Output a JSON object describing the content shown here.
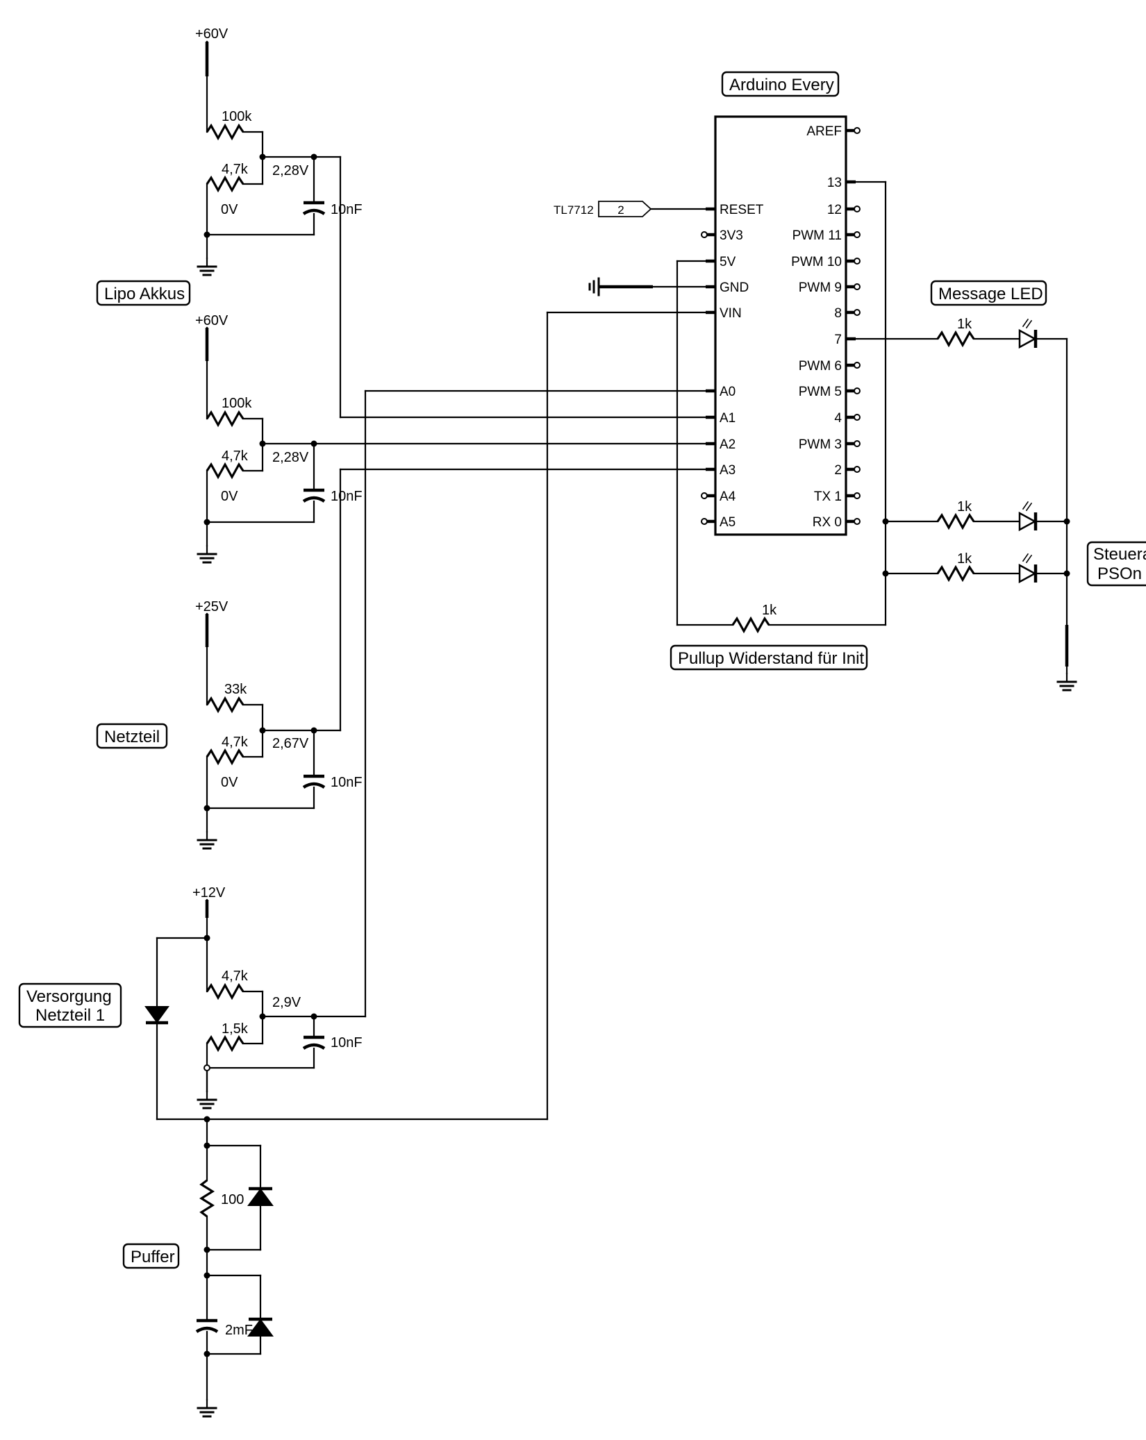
{
  "labels": {
    "lipo": "Lipo Akkus",
    "netzteil": "Netzteil",
    "versorgung_1": "Versorgung",
    "versorgung_2": "Netzteil 1",
    "puffer": "Puffer",
    "arduino": "Arduino Every",
    "message_led": "Message LED",
    "pullup": "Pullup Widerstand für Init",
    "steuer_1": "Steuera",
    "steuer_2": "PSOn"
  },
  "supplies": [
    "+60V",
    "+60V",
    "+25V",
    "+12V"
  ],
  "dividers": [
    {
      "r_top": "100k",
      "r_bottom": "4,7k",
      "voltage": "2,28V",
      "zero": "0V",
      "cap": "10nF"
    },
    {
      "r_top": "100k",
      "r_bottom": "4,7k",
      "voltage": "2,28V",
      "zero": "0V",
      "cap": "10nF"
    },
    {
      "r_top": "33k",
      "r_bottom": "4,7k",
      "voltage": "2,67V",
      "zero": "0V",
      "cap": "10nF"
    },
    {
      "r_top": "4,7k",
      "r_bottom": "1,5k",
      "voltage": "2,9V",
      "cap": "10nF"
    }
  ],
  "puffer_parts": {
    "resistor": "100",
    "cap": "2mF"
  },
  "reset_connector": {
    "net": "TL7712",
    "value": "2"
  },
  "arduino_left_pins": [
    "RESET",
    "3V3",
    "5V",
    "GND",
    "VIN",
    "A0",
    "A1",
    "A2",
    "A3",
    "A4",
    "A5"
  ],
  "arduino_right_pins": [
    "AREF",
    "13",
    "12",
    "PWM 11",
    "PWM 10",
    "PWM 9",
    "8",
    "7",
    "PWM 6",
    "PWM 5",
    "4",
    "PWM 3",
    "2",
    "TX 1",
    "RX 0"
  ],
  "led_resistors": [
    "1k",
    "1k",
    "1k"
  ],
  "pullup_resistor": "1k"
}
